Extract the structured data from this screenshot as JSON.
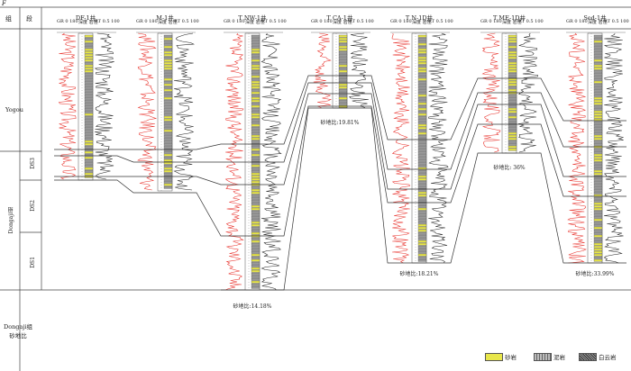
{
  "corner_label": "F",
  "header": {
    "formation": "组",
    "segment": "段"
  },
  "intervals": {
    "yogou": "Yogou",
    "ds3": "DS3",
    "ds2": "DS2",
    "ds1": "DS1",
    "dongaji": "Dongaji组",
    "ratio_row": "Dongaji组\n砂地比"
  },
  "curve_labels": {
    "gr": "GR",
    "gr_range": "0 180",
    "depth": "深度 岩性",
    "rt": "RT",
    "rt_range": "0.5 100"
  },
  "wells": [
    {
      "name": "DF-1井",
      "ratio": ""
    },
    {
      "name": "M-1井",
      "ratio": ""
    },
    {
      "name": "T NW-1井",
      "ratio": "砂地比:14.18%"
    },
    {
      "name": "T CA-1井",
      "ratio": "砂地比:19.81%"
    },
    {
      "name": "T N-1D井",
      "ratio": "砂地比:18.21%"
    },
    {
      "name": "T ME-1D井",
      "ratio": "砂地比: 36%"
    },
    {
      "name": "Sed-1井",
      "ratio": "砂地比:33.99%"
    }
  ],
  "legend": [
    {
      "label": "砂岩",
      "color": "#e8e64a"
    },
    {
      "label": "泥岩",
      "color": "#888888"
    },
    {
      "label": "白云岩",
      "color": "#555555"
    }
  ],
  "colors": {
    "gr": "#e8302a",
    "rt": "#222222",
    "sand": "#e8e64a"
  }
}
